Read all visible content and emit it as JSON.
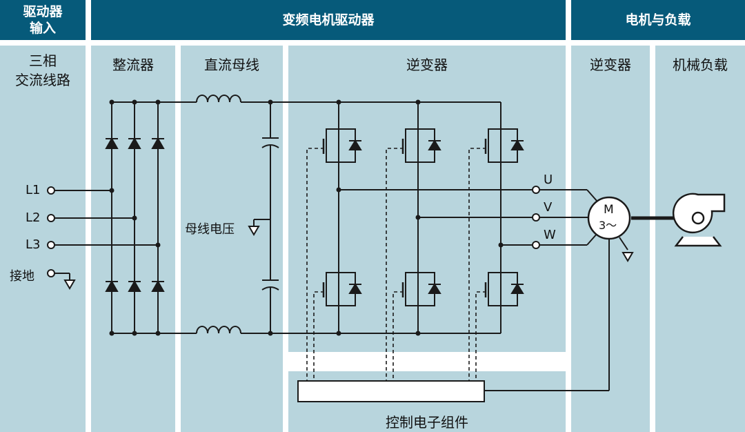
{
  "headers": {
    "drive_input": "驱动器\n输入",
    "vfd": "变频电机驱动器",
    "motor_load": "电机与负载"
  },
  "columns": {
    "three_phase": "三相\n交流线路",
    "rectifier": "整流器",
    "dc_bus": "直流母线",
    "inverter": "逆变器",
    "motor_inverter": "逆变器",
    "mech_load": "机械负载"
  },
  "terminals": [
    "L1",
    "L2",
    "L3",
    "接地"
  ],
  "phases": [
    "U",
    "V",
    "W"
  ],
  "bus_voltage": "母线电压",
  "motor": {
    "line1": "M",
    "line2": "3～"
  },
  "control_electronics": "控制电子组件",
  "colors": {
    "header": "#065a7a",
    "column": "#b8d5dd",
    "wire": "#1a1a1a"
  }
}
